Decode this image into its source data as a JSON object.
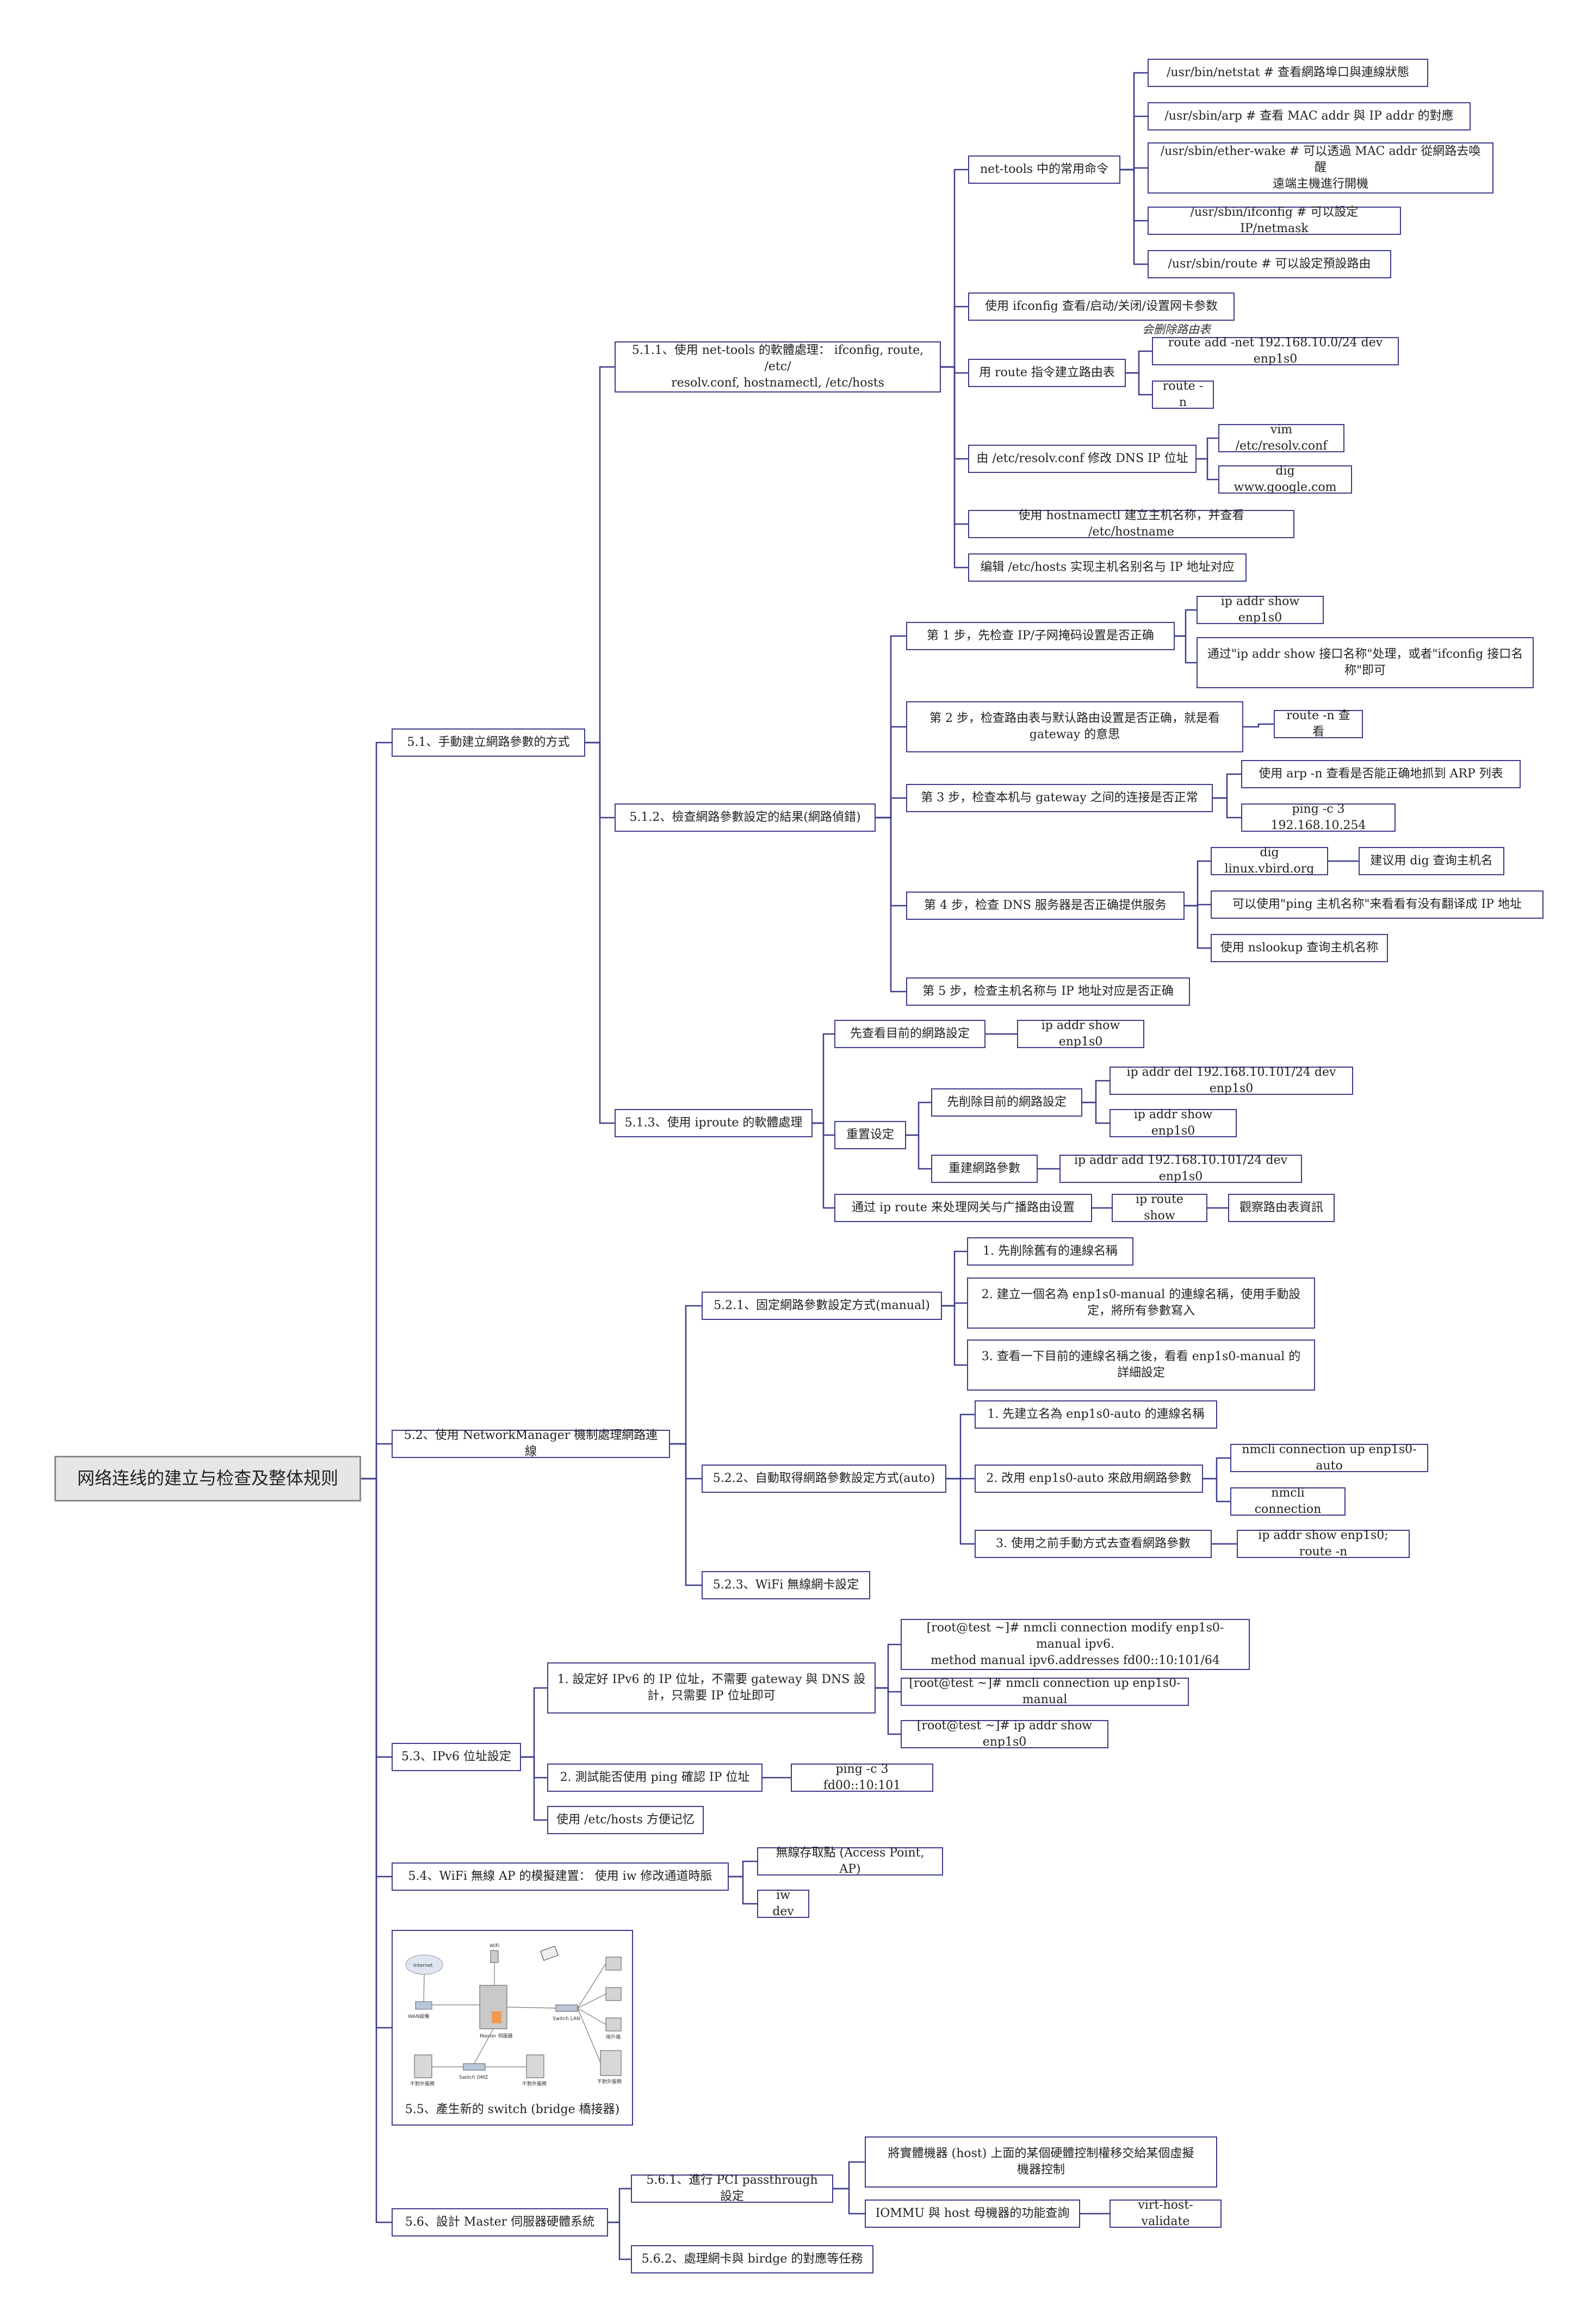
{
  "root": "网络连线的建立与检查及整体规则",
  "s51": {
    "title": "5.1、手動建立網路參數的方式",
    "s511": {
      "title": "5.1.1、使用 net-tools 的軟體處理： ifconfig, route, /etc/\nresolv.conf, hostnamectl, /etc/hosts",
      "nettools": "net-tools 中的常用命令",
      "netstat": "/usr/bin/netstat      # 查看網路埠口與連線狀態",
      "arp": "/usr/sbin/arp          # 查看 MAC addr 與 IP addr 的對應",
      "etherwake": "/usr/sbin/ether-wake    # 可以透過 MAC addr 從網路去喚醒\n遠端主機進行開機",
      "ifconfig": "/usr/sbin/ifconfig       # 可以設定 IP/netmask",
      "route": "/usr/sbin/route         # 可以設定預設路由",
      "ifconfig_use": "使用 ifconfig 查看/启动/关闭/设置网卡参数",
      "route_use": "用 route 指令建立路由表",
      "route_note": "会删除路由表",
      "route_add": "route add -net 192.168.10.0/24 dev enp1s0",
      "route_n": "route -n",
      "dns": "由 /etc/resolv.conf 修改 DNS IP 位址",
      "vim": "vim /etc/resolv.conf",
      "dig": "dig www.google.com",
      "hostname": "使用 hostnamectl 建立主机名称，并查看 /etc/hostname",
      "hosts": "编辑 /etc/hosts 实现主机名别名与 IP 地址对应"
    },
    "s512": {
      "title": "5.1.2、檢查網路參數設定的結果(網路偵錯)",
      "step1": "第 1 步，先检查 IP/子网掩码设置是否正确",
      "step1_a": "ip addr show enp1s0",
      "step1_b": "通过\"ip addr show 接口名称\"处理，或者\"ifconfig 接口名\n称\"即可",
      "step2": "第 2 步，检查路由表与默认路由设置是否正确，就是看\ngateway 的意思",
      "step2_a": "route -n 查看",
      "step3": "第 3 步，检查本机与 gateway 之间的连接是否正常",
      "step3_a": "使用 arp -n 查看是否能正确地抓到 ARP 列表",
      "step3_b": "ping -c 3 192.168.10.254",
      "step4": "第 4 步，检查 DNS 服务器是否正确提供服务",
      "step4_a": "dig linux.vbird.org",
      "step4_a2": "建议用 dig 查询主机名",
      "step4_b": "可以使用\"ping 主机名称\"来看看有没有翻译成 IP 地址",
      "step4_c": "使用 nslookup 查询主机名称",
      "step5": "第 5 步，检查主机名称与 IP 地址对应是否正确"
    },
    "s513": {
      "title": "5.1.3、使用 iproute 的軟體處理",
      "first": "先查看目前的網路設定",
      "first_a": "ip addr show enp1s0",
      "reset": "重置设定",
      "del": "先削除目前的網路設定",
      "del_a": "ip addr del 192.168.10.101/24 dev enp1s0",
      "del_b": "ip addr show enp1s0",
      "rebuild": "重建網路參數",
      "rebuild_a": "ip addr add 192.168.10.101/24 dev enp1s0",
      "iproute": "通过 ip route 来处理网关与广播路由设置",
      "iproute_a": "ip route show",
      "iproute_b": "觀察路由表資訊"
    }
  },
  "s52": {
    "title": "5.2、使用 NetworkManager 機制處理網路連線",
    "s521": {
      "title": "5.2.1、固定網路參數設定方式(manual)",
      "a": "1. 先削除舊有的連線名稱",
      "b": "2. 建立一個名為 enp1s0-manual 的連線名稱，使用手動設\n定，將所有參數寫入",
      "c": "3. 查看一下目前的連線名稱之後，看看 enp1s0-manual 的\n詳細設定"
    },
    "s522": {
      "title": "5.2.2、自動取得網路參數設定方式(auto)",
      "a": "1. 先建立名為 enp1s0-auto 的連線名稱",
      "b": "2. 改用 enp1s0-auto 來啟用網路參數",
      "b1": "nmcli connection up enp1s0-auto",
      "b2": "nmcli connection",
      "c": "3. 使用之前手動方式去查看網路參數",
      "c1": "ip addr show enp1s0; route -n"
    },
    "s523": {
      "title": "5.2.3、WiFi 無線網卡設定"
    }
  },
  "s53": {
    "title": "5.3、IPv6 位址設定",
    "a": "1. 設定好 IPv6 的 IP 位址，不需要 gateway 與 DNS 設\n計，只需要 IP 位址即可",
    "a1": "[root@test ~]# nmcli connection modify enp1s0-manual ipv6.\nmethod manual ipv6.addresses fd00::10:101/64",
    "a2": "[root@test ~]# nmcli connection up enp1s0-manual",
    "a3": "[root@test ~]# ip addr show enp1s0",
    "b": "2. 測試能否使用 ping 確認 IP 位址",
    "b1": "ping -c 3 fd00::10:101",
    "c": "使用 /etc/hosts 方便记忆"
  },
  "s54": {
    "title": "5.4、WiFi 無線 AP 的模擬建置： 使用 iw 修改通道時脈",
    "a": "無線存取點 (Access Point, AP)",
    "b": "iw dev"
  },
  "s55": {
    "title": "5.5、產生新的 switch (bridge 橋接器)",
    "labels": {
      "internet": "Internet",
      "wan": "WAN設備",
      "master": "Master 伺服器",
      "switch_lan": "Switch LAN",
      "switch_dmz": "Switch DMZ",
      "srv1": "不對外服務",
      "srv2": "不對外服務",
      "srv3": "不對外服務",
      "client": "用戶端",
      "wifi": "WiFi"
    }
  },
  "s56": {
    "title": "5.6、設計 Master 伺服器硬體系統",
    "s561": {
      "title": "5.6.1、進行 PCI passthrough 設定",
      "a": "將實體機器 (host) 上面的某個硬體控制權移交給某個虛擬\n機器控制",
      "b": "IOMMU 與 host 母機器的功能查詢",
      "b1": "virt-host-validate"
    },
    "s562": {
      "title": "5.6.2、處理網卡與 birdge 的對應等任務"
    }
  },
  "colors": {
    "line": "#3c3c8c",
    "root_bg": "#e6e6e6"
  }
}
